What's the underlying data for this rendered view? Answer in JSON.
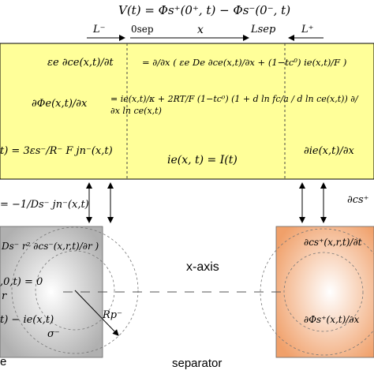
{
  "header": {
    "voltage_equation": "V(t) = Φs⁺(0⁺, t) − Φs⁻(0⁻, t)"
  },
  "axis": {
    "anode_length": "L⁻",
    "separator_origin": "0sep",
    "x_variable": "x",
    "separator_length": "Lsep",
    "cathode_length": "L⁺"
  },
  "electrolyte": {
    "concentration_eq_lhs": "εe ∂ce(x,t)/∂t",
    "concentration_eq_rhs": "= ∂/∂x ( εe De ∂ce(x,t)/∂x + (1−tc⁰) ie(x,t)/F )",
    "potential_eq_lhs": "∂Φe(x,t)/∂x",
    "potential_eq_rhs": "= ie(x,t)/κ + 2RT/F (1−tc⁰) (1 + d ln fc/a / d ln ce(x,t)) ∂/∂x ln ce(x,t)",
    "anode_current_eq": "t) = 3εs⁻/R⁻ F jn⁻(x,t)",
    "separator_current_eq": "ie(x, t) = I(t)",
    "cathode_current_eq": "∂ie(x,t)/∂x"
  },
  "anode": {
    "flux_bc": "= −1/Ds⁻ jn⁻(x,t)",
    "diffusion_eq": "Ds⁻ r² ∂cs⁻(x,r,t)/∂r )",
    "center_bc": ",0,t) = 0",
    "center_bc_r": "r",
    "potential_eq_num": "t) − ie(x,t)",
    "potential_eq_den": "σ⁻",
    "radius_label": "Rp⁻",
    "region_label": "e"
  },
  "cathode": {
    "top_fragment": "∂cs⁺",
    "diffusion_eq": "∂cs⁺(x,r,t)/∂t",
    "potential_eq": "∂Φs⁺(x,t)/∂x"
  },
  "labels": {
    "x_axis": "x-axis",
    "separator": "separator"
  },
  "colors": {
    "electrolyte_fill": "#ffff99",
    "anode_particle": "#b8b8b8",
    "cathode_particle": "#f0a870"
  }
}
